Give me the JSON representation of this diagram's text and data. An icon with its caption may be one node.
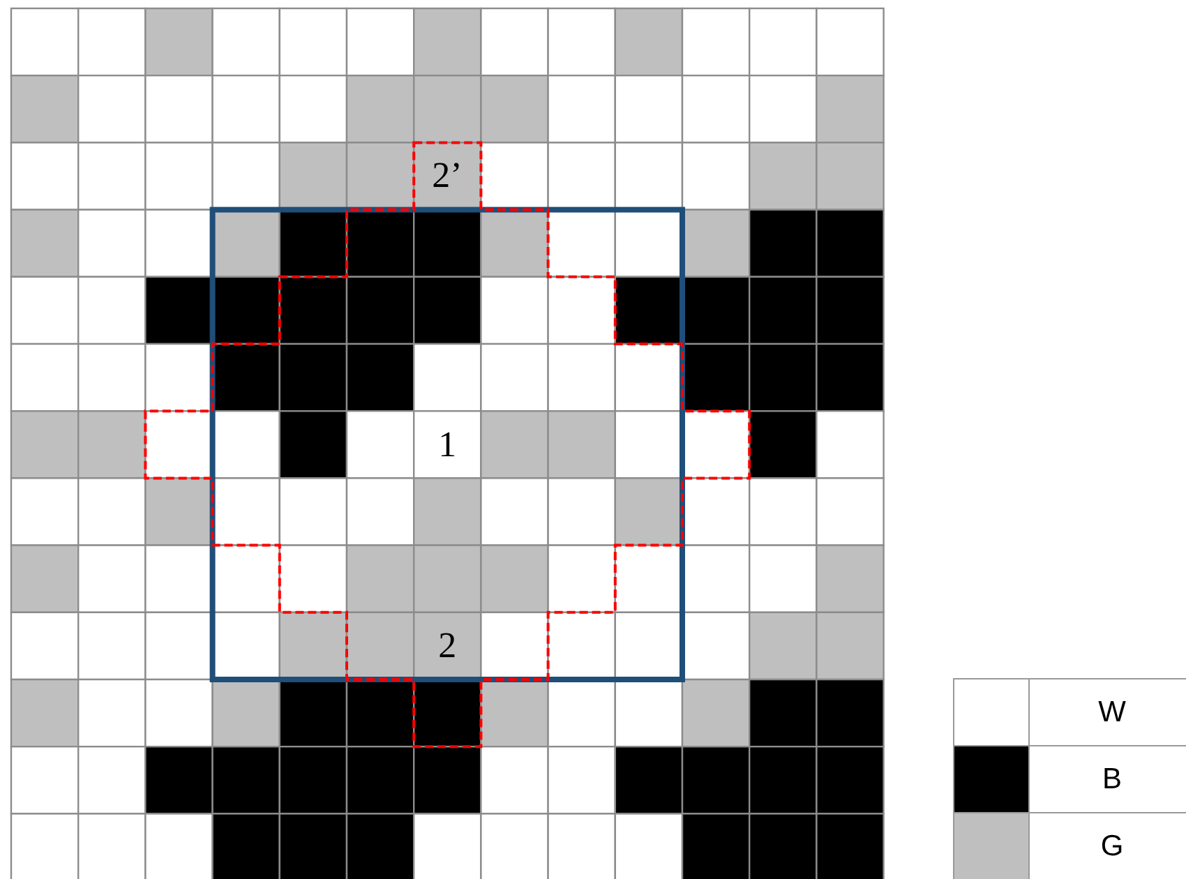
{
  "diagram": {
    "labels": [
      "2’",
      "1",
      "2"
    ],
    "legend": [
      {
        "text": "W",
        "color": "#ffffff"
      },
      {
        "text": "B",
        "color": "#000000"
      },
      {
        "text": "G",
        "color": "#bfbfbf"
      }
    ]
  }
}
